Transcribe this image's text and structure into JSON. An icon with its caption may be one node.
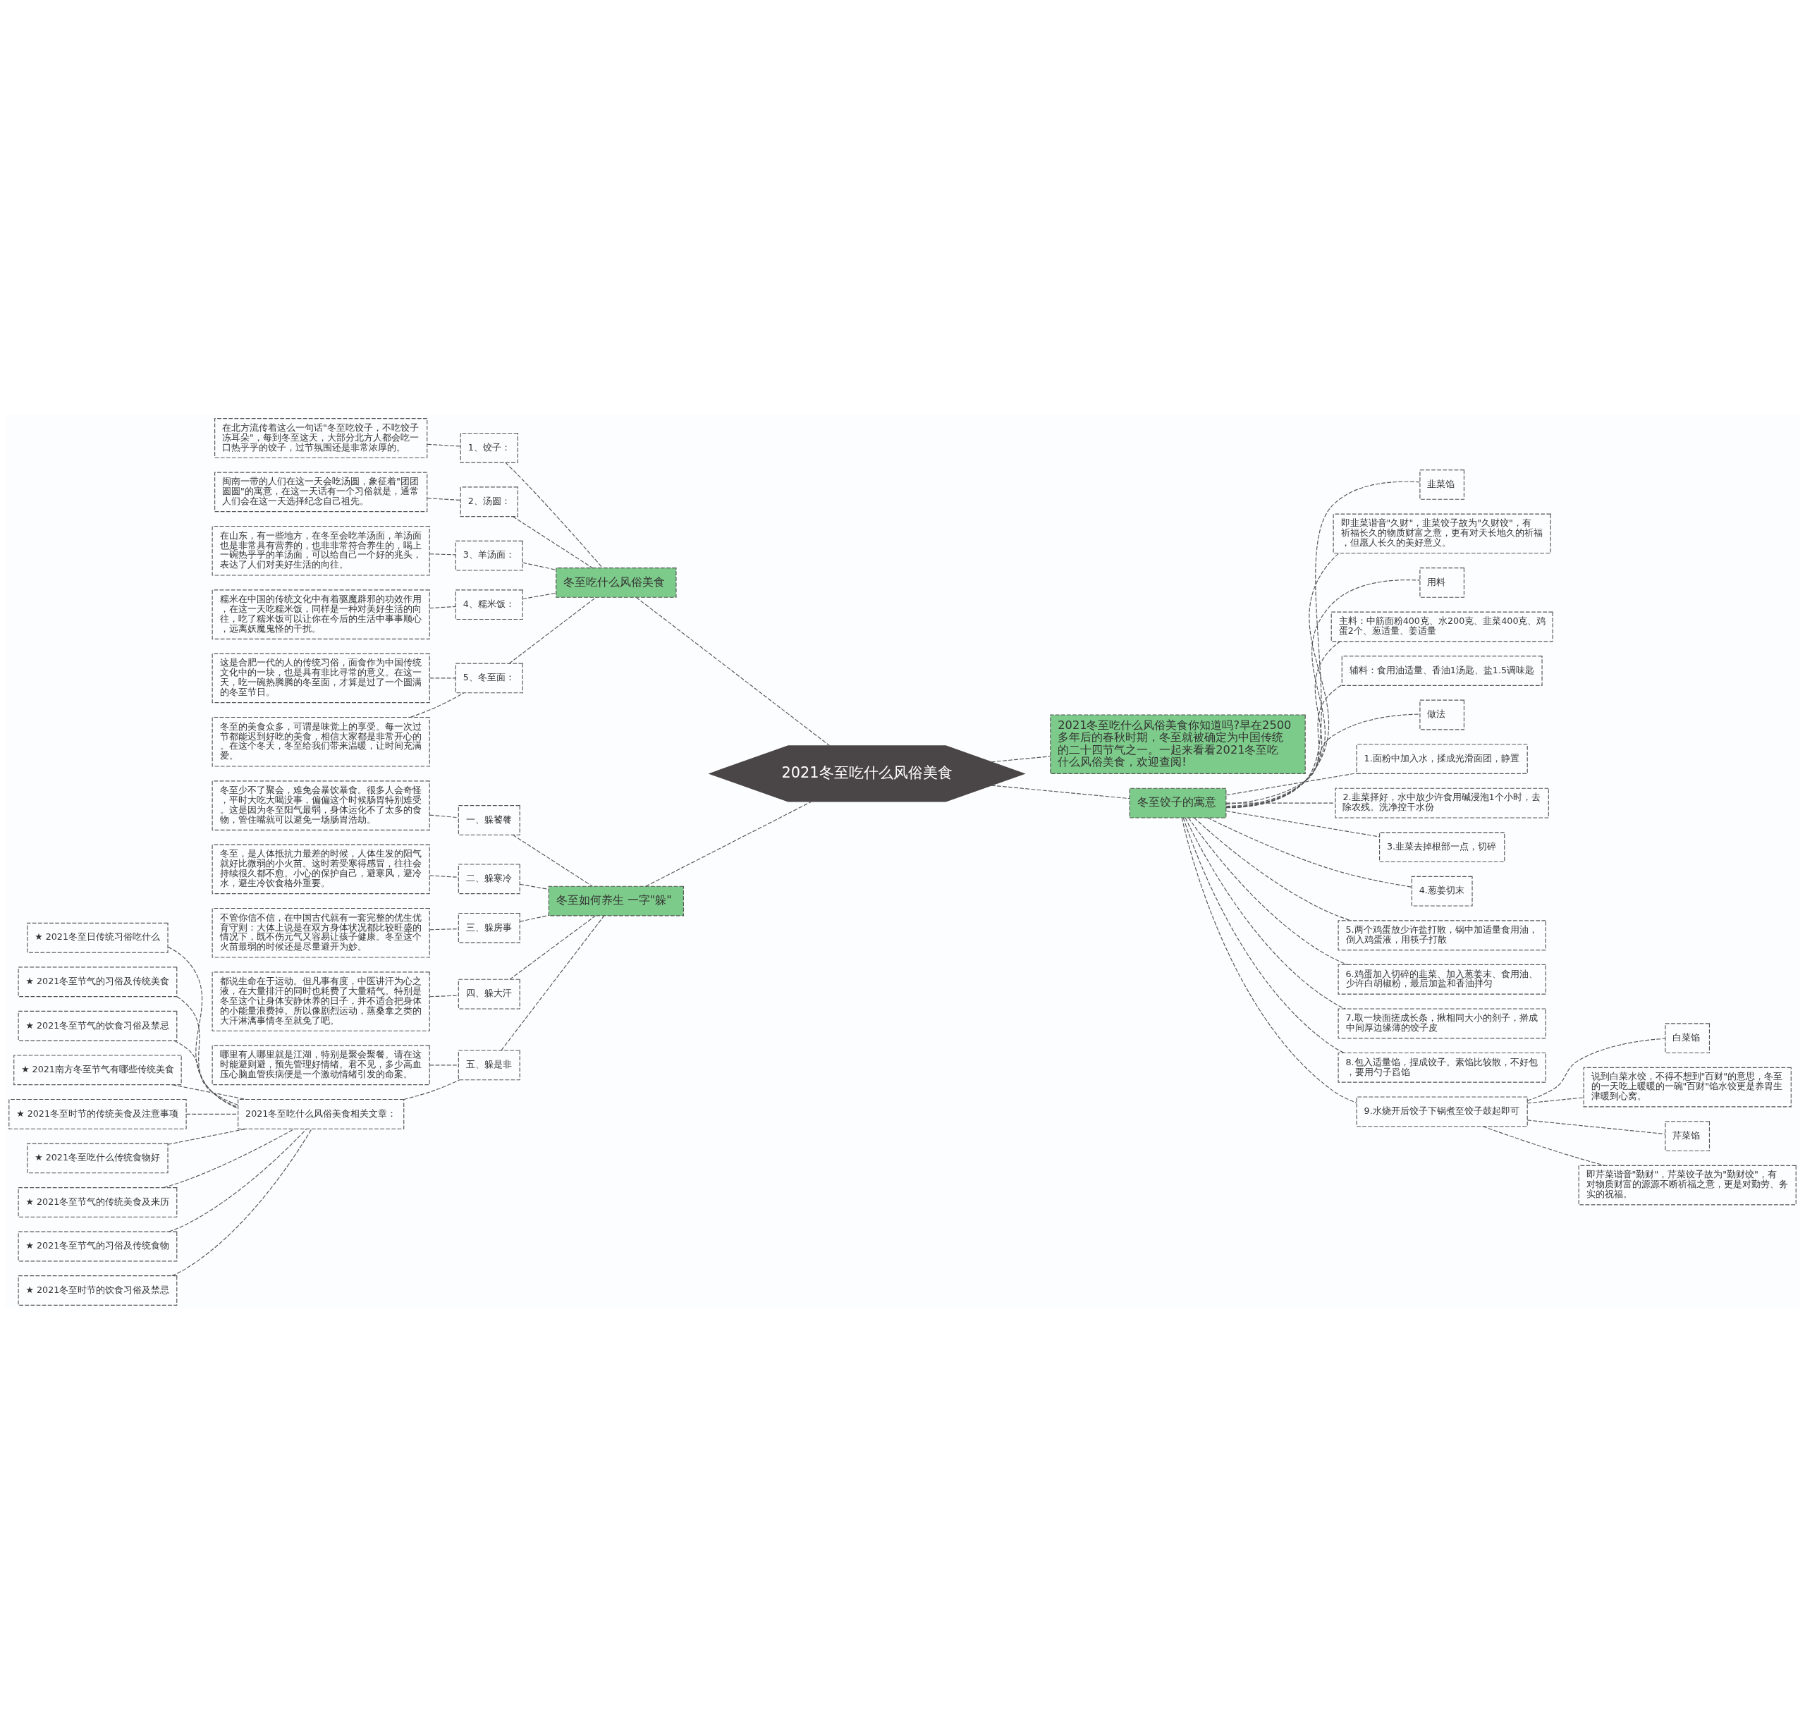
{
  "diagram": {
    "nodes": [
      {
        "text": [
          "2021冬至吃什么风俗美食"
        ]
      },
      {
        "text": [
          "冬至吃什么风俗美食"
        ]
      },
      {
        "text": [
          "1、饺子："
        ]
      },
      {
        "text": [
          "在北方流传着这么一句话\"冬至吃饺子，不吃饺子冻耳朵\"，每到冬至这天，大部分北方人都会吃一口热乎乎的饺子，过节氛围还是非常浓厚的。"
        ]
      },
      {
        "text": [
          "2、汤圆："
        ]
      },
      {
        "text": [
          "闽南一带的人们在这一天会吃汤圆，象征着\"团团圆圆\"的寓意，在这一天话有一个习俗就是，通常人们会在这一天选择纪念自己祖先。"
        ]
      },
      {
        "text": [
          "3、羊汤面："
        ]
      },
      {
        "text": [
          "在山东，有一些地方，在冬至会吃羊汤面，羊汤面也是非常具有营养的，也非非常符合养生的，喝上一碗热乎乎的羊汤面，可以给自己一个好的兆头，表达了人们对美好生活的向往。"
        ]
      },
      {
        "text": [
          "4、糯米饭："
        ]
      },
      {
        "text": [
          "糯米在中国的传统文化中有着驱魔辟邪的功效作用，在这一天吃糯米饭，同样是一种对美好生活的向往，吃了糯米饭可以让你在今后的生活中事事顺心，远离妖魔鬼怪的干扰。"
        ]
      },
      {
        "text": [
          "5、冬至面："
        ]
      },
      {
        "text": [
          "这是合肥一代的人的传统习俗，面食作为中国传统文化中的一块，也是具有非比寻常的意义。在这一天，吃一碗热腾腾的冬至面，才算是过了一个圆满的冬至节日。"
        ]
      },
      {
        "text": [
          "冬至的美食众多，可谓是味觉上的享受。每一次过节都能迟到好吃的美食，相信大家都是非常开心的。在这个冬天，冬至给我们带来温暖，让时间充满爱。"
        ]
      },
      {
        "text": [
          "冬至如何养生 一字\"躲\""
        ]
      },
      {
        "text": [
          "一、躲饕餮"
        ]
      },
      {
        "text": [
          "冬至少不了聚会，难免会暴饮暴食。很多人会奇怪，平时大吃大喝没事，偏偏这个时候肠胃特别难受。这是因为冬至阳气最弱，身体运化不了太多的食物，管住嘴就可以避免一场肠胃浩劫。"
        ]
      },
      {
        "text": [
          "二、躲寒冷"
        ]
      },
      {
        "text": [
          "冬至，是人体抵抗力最差的时候，人体生发的阳气就好比微弱的小火苗。这时若受寒得感冒，往往会持续很久都不愈。小心的保护自己，避寒风，避冷水，避生冷饮食格外重要。"
        ]
      },
      {
        "text": [
          "三、躲房事"
        ]
      },
      {
        "text": [
          "不管你信不信，在中国古代就有一套完整的优生优育守则：大体上说是在双方身体状况都比较旺盛的情况下，既不伤元气又容易让孩子健康。冬至这个火苗最弱的时候还是尽量避开为妙。"
        ]
      },
      {
        "text": [
          "四、躲大汗"
        ]
      },
      {
        "text": [
          "都说生命在于运动。但凡事有度，中医讲汗为心之液，在大量排汗的同时也耗费了大量精气。特别是冬至这个让身体安静休养的日子，并不适合把身体的小能量浪费掉。所以像剧烈运动，蒸桑拿之类的大汗淋漓事情冬至就免了吧。"
        ]
      },
      {
        "text": [
          "五、躲是非"
        ]
      },
      {
        "text": [
          "哪里有人哪里就是江湖，特别是聚会聚餐。请在这时能避则避，预先管理好情绪。君不见，多少高血压心脑血管疾病便是一个激动情绪引发的命案。"
        ]
      },
      {
        "text": [
          "2021冬至吃什么风俗美食相关文章："
        ]
      },
      {
        "text": [
          "★ 2021冬至日传统习俗吃什么"
        ]
      },
      {
        "text": [
          "★ 2021冬至节气的习俗及传统美食"
        ]
      },
      {
        "text": [
          "★ 2021冬至节气的饮食习俗及禁忌"
        ]
      },
      {
        "text": [
          "★ 2021南方冬至节气有哪些传统美食"
        ]
      },
      {
        "text": [
          "★ 2021冬至时节的传统美食及注意事项"
        ]
      },
      {
        "text": [
          "★ 2021冬至吃什么传统食物好"
        ]
      },
      {
        "text": [
          "★ 2021冬至节气的传统美食及来历"
        ]
      },
      {
        "text": [
          "★ 2021冬至节气的习俗及传统食物"
        ]
      },
      {
        "text": [
          "★ 2021冬至时节的饮食习俗及禁忌"
        ]
      },
      {
        "text": [
          "2021冬至吃什么风俗美食你知道吗?早在2500多年后的春秋时期，冬至就被确定为中国传统的二十四节气之一。一起来看看2021冬至吃什么风俗美食，欢迎查阅!"
        ]
      },
      {
        "text": [
          "冬至饺子的寓意"
        ]
      },
      {
        "text": [
          "韭菜馅"
        ]
      },
      {
        "text": [
          "即韭菜谐音\"久财\"，韭菜饺子故为\"久财饺\"，有祈福长久的物质财富之意，更有对天长地久的祈福，但愿人长久的美好意义。"
        ]
      },
      {
        "text": [
          "用料"
        ]
      },
      {
        "text": [
          "主料：中筋面粉400克、水200克、韭菜400克、鸡蛋2个、葱适量、姜适量"
        ]
      },
      {
        "text": [
          "辅料：食用油适量、香油1汤匙、盐1.5调味匙"
        ]
      },
      {
        "text": [
          "做法"
        ]
      },
      {
        "text": [
          "1.面粉中加入水，揉成光滑面团，静置"
        ]
      },
      {
        "text": [
          "2.韭菜择好，水中放少许食用碱浸泡1个小时，去除农残。洗净控干水份"
        ]
      },
      {
        "text": [
          "3.韭菜去掉根部一点，切碎"
        ]
      },
      {
        "text": [
          "4.葱姜切末"
        ]
      },
      {
        "text": [
          "5.两个鸡蛋放少许盐打散，锅中加适量食用油，倒入鸡蛋液，用筷子打散"
        ]
      },
      {
        "text": [
          "6.鸡蛋加入切碎的韭菜、加入葱姜末、食用油、少许白胡椒粉，最后加盐和香油拌匀"
        ]
      },
      {
        "text": [
          "7.取一块面搓成长条，揪相同大小的剂子，擀成中间厚边缘薄的饺子皮"
        ]
      },
      {
        "text": [
          "8.包入适量馅，捏成饺子。素馅比较散，不好包，要用勺子舀馅"
        ]
      },
      {
        "text": [
          "9.水烧开后饺子下锅煮至饺子鼓起即可"
        ]
      },
      {
        "text": [
          "白菜馅"
        ]
      },
      {
        "text": [
          "说到白菜水饺，不得不想到\"百财\"的意思，冬至的一天吃上暖暖的一碗\"百财\"馅水饺更是养胃生津暖到心窝。"
        ]
      },
      {
        "text": [
          "芹菜馅"
        ]
      },
      {
        "text": [
          "即芹菜谐音\"勤财\"，芹菜饺子故为\"勤财饺\"，有对物质财富的源源不断祈福之意，更是对勤劳、务实的祝福。"
        ]
      }
    ],
    "edges": [
      {
        "from": 0,
        "to": 1,
        "arrow": "none"
      },
      {
        "from": 1,
        "to": 2,
        "arrow": "none"
      },
      {
        "from": 2,
        "to": 3,
        "arrow": "none"
      },
      {
        "from": 1,
        "to": 4,
        "arrow": "none"
      },
      {
        "from": 4,
        "to": 5,
        "arrow": "none"
      },
      {
        "from": 1,
        "to": 6,
        "arrow": "none"
      },
      {
        "from": 6,
        "to": 7,
        "arrow": "none"
      },
      {
        "from": 1,
        "to": 8,
        "arrow": "none"
      },
      {
        "from": 8,
        "to": 9,
        "arrow": "none"
      },
      {
        "from": 1,
        "to": 10,
        "arrow": "none"
      },
      {
        "from": 10,
        "to": 11,
        "arrow": "none"
      },
      {
        "from": 10,
        "to": 12,
        "arrow": "none"
      },
      {
        "from": 0,
        "to": 13,
        "arrow": "none"
      },
      {
        "from": 13,
        "to": 14,
        "arrow": "none"
      },
      {
        "from": 14,
        "to": 15,
        "arrow": "none"
      },
      {
        "from": 13,
        "to": 16,
        "arrow": "none"
      },
      {
        "from": 16,
        "to": 17,
        "arrow": "none"
      },
      {
        "from": 13,
        "to": 18,
        "arrow": "none"
      },
      {
        "from": 18,
        "to": 19,
        "arrow": "none"
      },
      {
        "from": 13,
        "to": 20,
        "arrow": "none"
      },
      {
        "from": 20,
        "to": 21,
        "arrow": "none"
      },
      {
        "from": 13,
        "to": 22,
        "arrow": "none"
      },
      {
        "from": 22,
        "to": 23,
        "arrow": "none"
      },
      {
        "from": 22,
        "to": 24,
        "arrow": "none"
      },
      {
        "from": 24,
        "to": 25,
        "arrow": "none"
      },
      {
        "from": 24,
        "to": 26,
        "arrow": "none"
      },
      {
        "from": 24,
        "to": 27,
        "arrow": "none"
      },
      {
        "from": 24,
        "to": 28,
        "arrow": "none"
      },
      {
        "from": 24,
        "to": 29,
        "arrow": "none"
      },
      {
        "from": 24,
        "to": 30,
        "arrow": "none"
      },
      {
        "from": 24,
        "to": 31,
        "arrow": "none"
      },
      {
        "from": 24,
        "to": 32,
        "arrow": "none"
      },
      {
        "from": 24,
        "to": 33,
        "arrow": "none"
      },
      {
        "from": 0,
        "to": 34,
        "arrow": "none"
      },
      {
        "from": 0,
        "to": 35,
        "arrow": "none"
      },
      {
        "from": 35,
        "to": 36,
        "arrow": "none"
      },
      {
        "from": 35,
        "to": 37,
        "arrow": "none"
      },
      {
        "from": 35,
        "to": 38,
        "arrow": "none"
      },
      {
        "from": 35,
        "to": 39,
        "arrow": "none"
      },
      {
        "from": 35,
        "to": 40,
        "arrow": "none"
      },
      {
        "from": 35,
        "to": 41,
        "arrow": "none"
      },
      {
        "from": 35,
        "to": 42,
        "arrow": "none"
      },
      {
        "from": 35,
        "to": 43,
        "arrow": "none"
      },
      {
        "from": 35,
        "to": 44,
        "arrow": "none"
      },
      {
        "from": 35,
        "to": 45,
        "arrow": "none"
      },
      {
        "from": 35,
        "to": 46,
        "arrow": "none"
      },
      {
        "from": 35,
        "to": 47,
        "arrow": "none"
      },
      {
        "from": 35,
        "to": 48,
        "arrow": "none"
      },
      {
        "from": 35,
        "to": 49,
        "arrow": "none"
      },
      {
        "from": 35,
        "to": 50,
        "arrow": "none"
      },
      {
        "from": 50,
        "to": 51,
        "arrow": "none"
      },
      {
        "from": 50,
        "to": 52,
        "arrow": "none"
      },
      {
        "from": 50,
        "to": 53,
        "arrow": "none"
      },
      {
        "from": 50,
        "to": 54,
        "arrow": "none"
      }
    ]
  }
}
